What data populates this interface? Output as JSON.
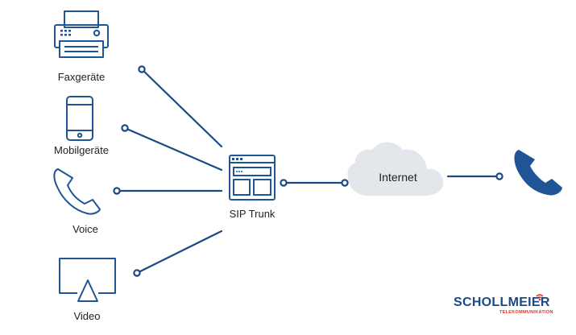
{
  "devices": {
    "fax": {
      "label": "Faxgeräte",
      "icon": "fax-machine-icon"
    },
    "mobile": {
      "label": "Mobilgeräte",
      "icon": "smartphone-icon"
    },
    "voice": {
      "label": "Voice",
      "icon": "phone-handset-icon"
    },
    "video": {
      "label": "Video",
      "icon": "airplay-display-icon"
    }
  },
  "sip_trunk": {
    "label": "SIP Trunk",
    "icon": "server-window-icon"
  },
  "internet": {
    "label": "Internet",
    "icon": "cloud-icon"
  },
  "endpoint": {
    "icon": "phone-handset-icon"
  },
  "brand": {
    "name": "SCHOLLMEIER",
    "tagline": "TELEKOMMUNIKATION",
    "primary_color": "#1a4a86",
    "accent_color": "#d8332a"
  },
  "colors": {
    "line": "#1a4a86",
    "icon": "#1f5594",
    "cloud": "#e3e6ea"
  }
}
